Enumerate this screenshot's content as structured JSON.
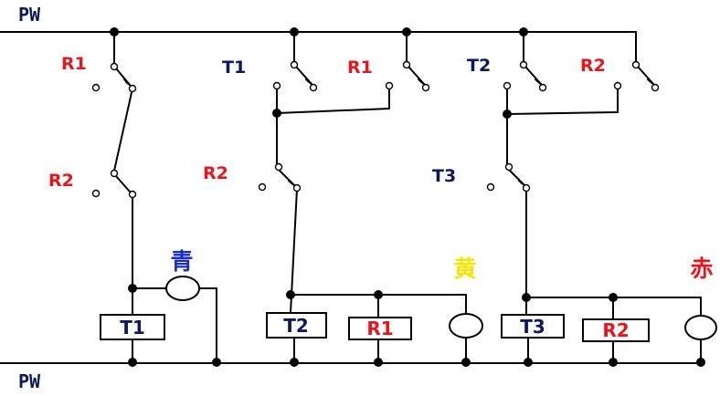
{
  "power": {
    "top": "PW",
    "bottom": "PW"
  },
  "contacts": {
    "r1_a": "R1",
    "r2_a": "R2",
    "t1": "T1",
    "r1_b": "R1",
    "r2_b": "R2",
    "t2": "T2",
    "r2_c": "R2",
    "t3": "T3"
  },
  "relays": {
    "t1": "T1",
    "t2": "T2",
    "r1": "R1",
    "t3": "T3",
    "r2": "R2"
  },
  "lamps": {
    "blue": "青",
    "yellow": "黄",
    "red": "赤"
  },
  "colors": {
    "red_label": "#e8141e",
    "navy_label": "#0b1a5a",
    "blue_lamp_label": "#1a2cc4",
    "yellow_lamp_label": "#f2e600",
    "red_lamp_label": "#e8141e",
    "wire": "#000000"
  }
}
